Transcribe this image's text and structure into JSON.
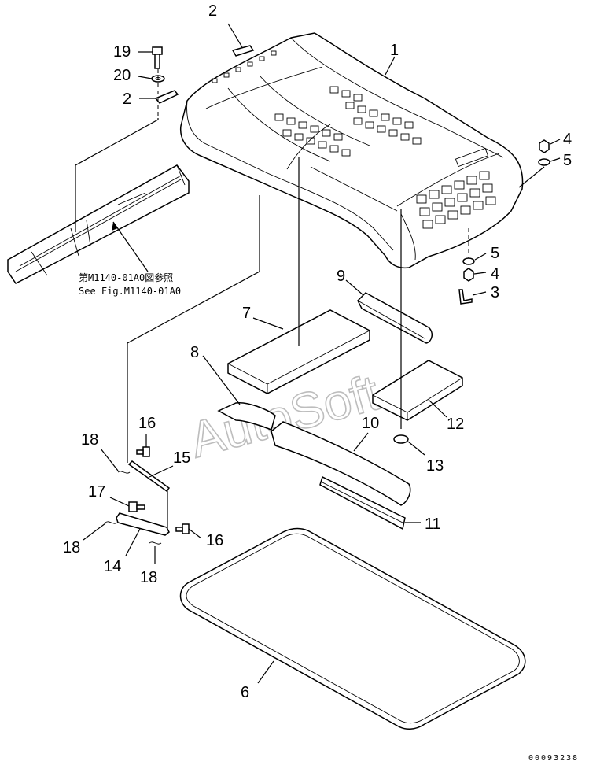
{
  "reference": {
    "line_jp": "第M1140-01A0図参照",
    "line_en": "See Fig.M1140-01A0"
  },
  "watermark": "AutoSoft",
  "drawing_code": "00093238",
  "callouts": {
    "c1": "1",
    "c2a": "2",
    "c2b": "2",
    "c3": "3",
    "c4a": "4",
    "c4b": "4",
    "c5a": "5",
    "c5b": "5",
    "c6": "6",
    "c7": "7",
    "c8": "8",
    "c9": "9",
    "c10": "10",
    "c11": "11",
    "c12": "12",
    "c13": "13",
    "c14": "14",
    "c15": "15",
    "c16a": "16",
    "c16b": "16",
    "c17": "17",
    "c18a": "18",
    "c18b": "18",
    "c18c": "18",
    "c19": "19",
    "c20": "20"
  }
}
